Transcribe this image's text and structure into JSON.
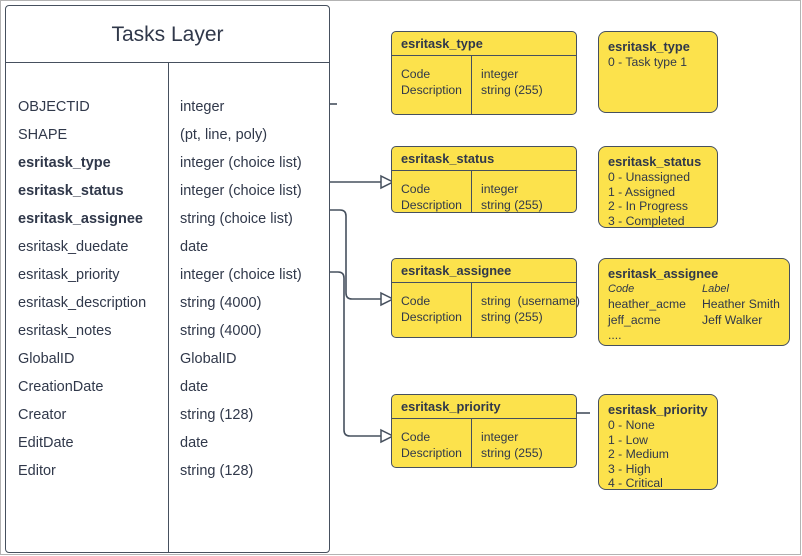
{
  "diagram": {
    "title": "Tasks Layer"
  },
  "layer_table": {
    "title": "Tasks Layer",
    "fields": [
      {
        "name": "OBJECTID",
        "type": "integer",
        "bold": false
      },
      {
        "name": "SHAPE",
        "type": "(pt, line, poly)",
        "bold": false
      },
      {
        "name": "esritask_type",
        "type": "integer (choice list)",
        "bold": true
      },
      {
        "name": "esritask_status",
        "type": "integer (choice list)",
        "bold": true
      },
      {
        "name": "esritask_assignee",
        "type": "string (choice list)",
        "bold": true
      },
      {
        "name": "esritask_duedate",
        "type": "date",
        "bold": false
      },
      {
        "name": "esritask_priority",
        "type": "integer (choice list)",
        "bold": false
      },
      {
        "name": "esritask_description",
        "type": "string (4000)",
        "bold": false
      },
      {
        "name": "esritask_notes",
        "type": "string (4000)",
        "bold": false
      },
      {
        "name": "GlobalID",
        "type": "GlobalID",
        "bold": false
      },
      {
        "name": "CreationDate",
        "type": "date",
        "bold": false
      },
      {
        "name": "Creator",
        "type": "string (128)",
        "bold": false
      },
      {
        "name": "EditDate",
        "type": "date",
        "bold": false
      },
      {
        "name": "Editor",
        "type": "string (128)",
        "bold": false
      }
    ]
  },
  "domain_tables": [
    {
      "header": "esritask_type",
      "left_col": "Code\nDescription",
      "right_col": "integer\nstring (255)"
    },
    {
      "header": "esritask_status",
      "left_col": "Code\nDescription",
      "right_col": "integer\nstring (255)"
    },
    {
      "header": "esritask_assignee",
      "left_col": "Code\nDescription",
      "right_col": "string  (username)\nstring (255)"
    },
    {
      "header": "esritask_priority",
      "left_col": "Code\nDescription",
      "right_col": "integer\nstring (255)"
    }
  ],
  "value_lists": {
    "type": {
      "title": "esritask_type",
      "values": "0 - Task type 1"
    },
    "status": {
      "title": "esritask_status",
      "values": "0 - Unassigned\n1 - Assigned\n2 - In Progress\n3 - Completed"
    },
    "assignee": {
      "title": "esritask_assignee",
      "col_code_label": "Code",
      "col_label_label": "Label",
      "rows": [
        {
          "code": "heather_acme",
          "label": "Heather Smith"
        },
        {
          "code": "jeff_acme",
          "label": "Jeff Walker"
        },
        {
          "code": "....",
          "label": ""
        }
      ]
    },
    "priority": {
      "title": "esritask_priority",
      "values": "0 - None\n1 - Low\n2 - Medium\n3 - High\n4 - Critical"
    }
  },
  "colors": {
    "domain_fill": "#fce24c",
    "stroke": "#46505e",
    "text": "#30384a",
    "frame": "#b3b3b3"
  }
}
